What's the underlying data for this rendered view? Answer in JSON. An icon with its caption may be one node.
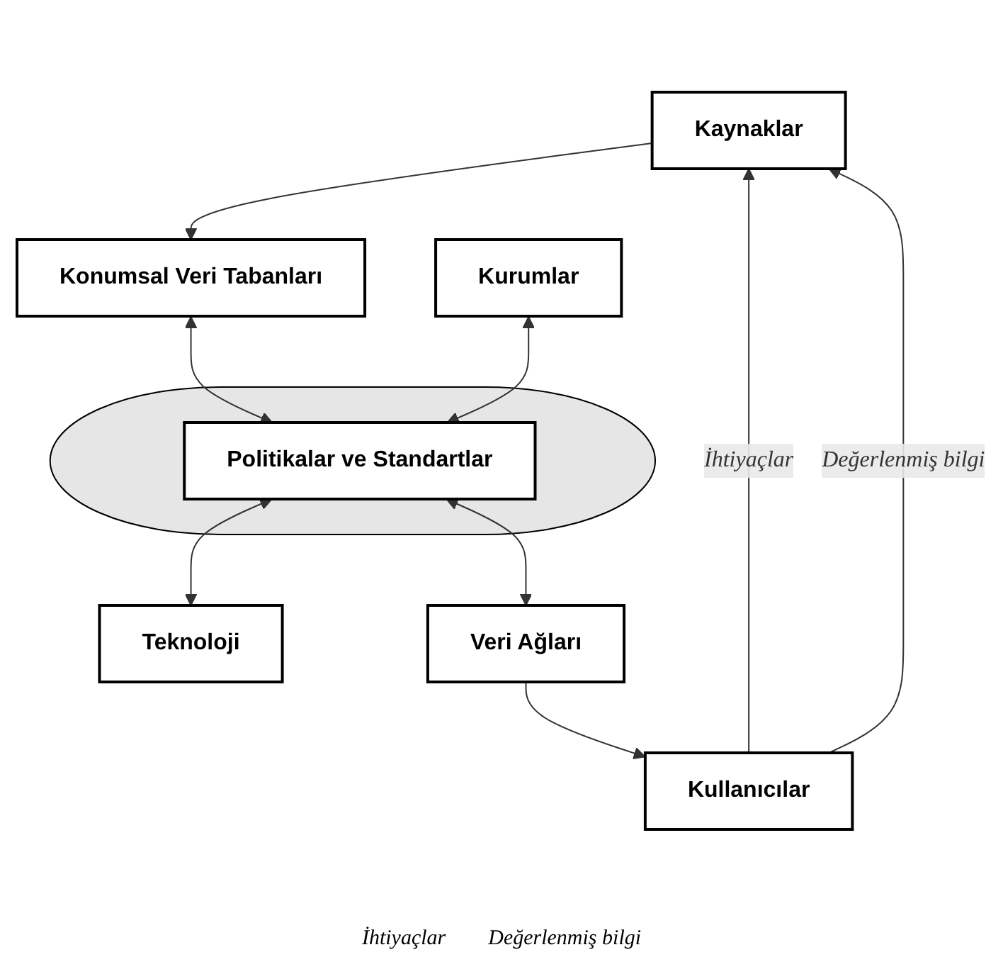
{
  "diagram": {
    "nodes": [
      {
        "text": [
          "Kaynaklar"
        ]
      },
      {
        "text": [
          "Konumsal Veri Tabanları"
        ]
      },
      {
        "text": [],
        "shape": "ellipse"
      },
      {
        "text": [
          "Kurumlar"
        ]
      },
      {
        "text": [
          "Politikalar ve Standartlar"
        ],
        "in": 2
      },
      {
        "text": [
          "Teknoloji"
        ]
      },
      {
        "text": [
          "Veri Ağları"
        ]
      },
      {
        "text": [
          "Kullanıcılar"
        ]
      }
    ],
    "edges": [
      {
        "from": 0,
        "to": 1,
        "arrow": "to"
      },
      {
        "from": 1,
        "to": 4,
        "arrow": "both"
      },
      {
        "from": 3,
        "to": 4,
        "arrow": "both"
      },
      {
        "from": 4,
        "to": 5,
        "arrow": "both"
      },
      {
        "from": 4,
        "to": 6,
        "arrow": "both"
      },
      {
        "from": 6,
        "to": 7,
        "arrow": "to"
      },
      {
        "from": 7,
        "to": 0,
        "arrow": "to",
        "label": "İhtiyaçlar"
      },
      {
        "from": 7,
        "to": 0,
        "arrow": "to",
        "label": "Değerlenmiş bilgi"
      }
    ],
    "labels": [
      "İhtiyaçlar",
      "Değerlenmiş bilgi"
    ]
  }
}
